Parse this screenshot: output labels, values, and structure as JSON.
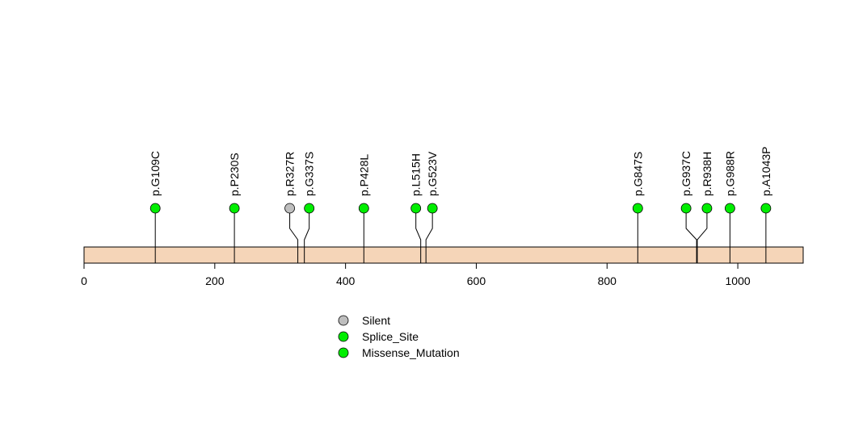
{
  "chart_data": {
    "type": "lollipop",
    "title": "",
    "xlabel": "",
    "ylabel": "",
    "xlim": [
      0,
      1100
    ],
    "x_ticks": [
      0,
      200,
      400,
      600,
      800,
      1000
    ],
    "x_tick_labels": [
      "0",
      "200",
      "400",
      "600",
      "800",
      "1000"
    ],
    "protein_length": 1100,
    "bar_color": "#F5D5B8",
    "mutations": [
      {
        "label": "p.G109C",
        "position": 109,
        "type": "Missense_Mutation",
        "display_offset": 0
      },
      {
        "label": "p.P230S",
        "position": 230,
        "type": "Missense_Mutation",
        "display_offset": 0
      },
      {
        "label": "p.R327R",
        "position": 327,
        "type": "Silent",
        "display_offset": -10
      },
      {
        "label": "p.G337S",
        "position": 337,
        "type": "Missense_Mutation",
        "display_offset": 6
      },
      {
        "label": "p.P428L",
        "position": 428,
        "type": "Missense_Mutation",
        "display_offset": 0
      },
      {
        "label": "p.L515H",
        "position": 515,
        "type": "Missense_Mutation",
        "display_offset": -6
      },
      {
        "label": "p.G523V",
        "position": 523,
        "type": "Missense_Mutation",
        "display_offset": 8
      },
      {
        "label": "p.G847S",
        "position": 847,
        "type": "Missense_Mutation",
        "display_offset": 0
      },
      {
        "label": "p.G937C",
        "position": 937,
        "type": "Missense_Mutation",
        "display_offset": -13
      },
      {
        "label": "p.R938H",
        "position": 938,
        "type": "Missense_Mutation",
        "display_offset": 12
      },
      {
        "label": "p.G988R",
        "position": 988,
        "type": "Missense_Mutation",
        "display_offset": 0
      },
      {
        "label": "p.A1043P",
        "position": 1043,
        "type": "Missense_Mutation",
        "display_offset": 0
      }
    ],
    "legend": {
      "placement": "bottom-center",
      "entries": [
        {
          "label": "Silent",
          "color": "#BEBEBE"
        },
        {
          "label": "Splice_Site",
          "color": "#00EE00"
        },
        {
          "label": "Missense_Mutation",
          "color": "#00EE00"
        }
      ]
    },
    "colors": {
      "Silent": "#BEBEBE",
      "Splice_Site": "#00EE00",
      "Missense_Mutation": "#00EE00"
    }
  }
}
